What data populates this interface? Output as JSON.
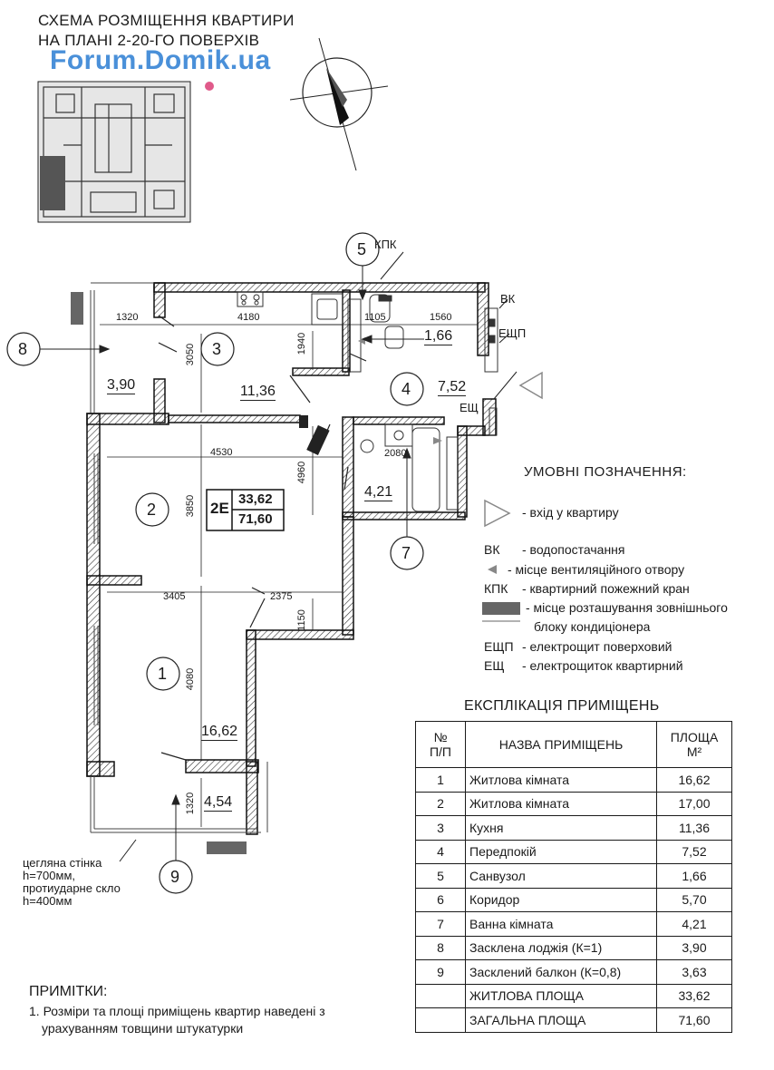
{
  "header": {
    "title_line1": "СХЕМА РОЗМІЩЕННЯ КВАРТИРИ",
    "title_line2": "НА ПЛАНІ 2-20-ГО ПОВЕРХІВ",
    "watermark": "Forum.Domik.ua",
    "watermark_color": "#4a90d9"
  },
  "plan": {
    "room_numbers": [
      "1",
      "2",
      "3",
      "4",
      "5",
      "7",
      "8",
      "9"
    ],
    "room_areas": {
      "r1": "16,62",
      "r2_hidden": "",
      "r3": "11,36",
      "r4": "7,52",
      "r5": "1,66",
      "r7": "4,21",
      "r8": "3,90",
      "r9": "4,54"
    },
    "dimensions": [
      "1320",
      "4180",
      "1105",
      "1560",
      "3050",
      "1940",
      "4530",
      "2080",
      "4960",
      "3850",
      "3405",
      "2375",
      "1150",
      "4080",
      "1320"
    ],
    "apt_code": "2E",
    "apt_living": "33,62",
    "apt_total": "71,60",
    "labels": {
      "kpk": "КПК",
      "vk": "ВК",
      "eshchp": "ЕЩП",
      "eshch": "ЕЩ"
    },
    "wall_note": {
      "line1": "цегляна стінка",
      "line2": "h=700мм,",
      "line3": "протиударне скло",
      "line4": "h=400мм"
    }
  },
  "legend": {
    "title": "УМОВНІ ПОЗНАЧЕННЯ:",
    "items": [
      {
        "sym": "",
        "text": "- вхід у квартиру"
      },
      {
        "sym": "ВК",
        "text": "- водопостачання"
      },
      {
        "sym": "",
        "text": "- місце вентиляційного отвору"
      },
      {
        "sym": "КПК",
        "text": "- квартирний пожежний кран"
      },
      {
        "sym": "",
        "text": "- місце розташування зовнішнього"
      },
      {
        "sym": "",
        "text": "блоку кондиціонера"
      },
      {
        "sym": "ЕЩП",
        "text": "- електрощит поверховий"
      },
      {
        "sym": "ЕЩ",
        "text": "- електрощиток квартирний"
      }
    ]
  },
  "explication": {
    "title": "ЕКСПЛІКАЦІЯ ПРИМІЩЕНЬ",
    "headers": {
      "num_line1": "№",
      "num_line2": "П/П",
      "name": "НАЗВА ПРИМІЩЕНЬ",
      "area_line1": "ПЛОЩА",
      "area_line2": "М²"
    },
    "rows": [
      {
        "n": "1",
        "name": "Житлова кімната",
        "area": "16,62"
      },
      {
        "n": "2",
        "name": "Житлова кімната",
        "area": "17,00"
      },
      {
        "n": "3",
        "name": "Кухня",
        "area": "11,36"
      },
      {
        "n": "4",
        "name": "Передпокій",
        "area": "7,52"
      },
      {
        "n": "5",
        "name": "Санвузол",
        "area": "1,66"
      },
      {
        "n": "6",
        "name": "Коридор",
        "area": "5,70"
      },
      {
        "n": "7",
        "name": "Ванна кімната",
        "area": "4,21"
      },
      {
        "n": "8",
        "name": "Засклена лоджія (К=1)",
        "area": "3,90"
      },
      {
        "n": "9",
        "name": "Засклений балкон (К=0,8)",
        "area": "3,63"
      }
    ],
    "totals": [
      {
        "name": "ЖИТЛОВА ПЛОЩА",
        "area": "33,62"
      },
      {
        "name": "ЗАГАЛЬНА ПЛОЩА",
        "area": "71,60"
      }
    ]
  },
  "notes": {
    "title": "ПРИМІТКИ:",
    "line1": "1. Розміри та площі приміщень квартир наведені з",
    "line2": "урахуванням товщини штукатурки"
  }
}
